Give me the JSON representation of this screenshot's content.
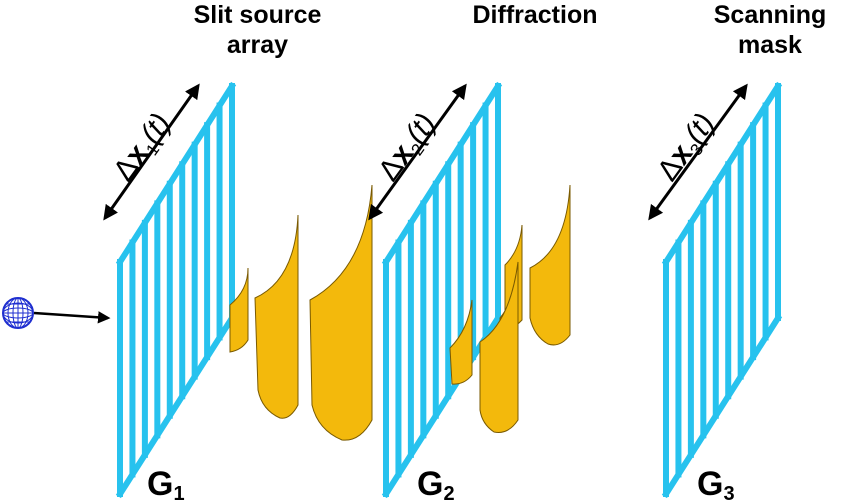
{
  "colors": {
    "grating": "#27c2ee",
    "wave_fill": "#f3b90c",
    "wave_stroke": "#7a5a00",
    "atom": "#1f2fd0",
    "arrow": "#000000"
  },
  "icons": {
    "particle": "atom-sphere-icon"
  },
  "stages": [
    {
      "title_line1": "Slit source",
      "title_line2": "array",
      "grating_label": "G",
      "grating_sub": "1",
      "motion_delta": "Δ",
      "motion_var": "x",
      "motion_sub": "1",
      "motion_arg": "(t)"
    },
    {
      "title_line1": "Diffraction",
      "title_line2": "",
      "grating_label": "G",
      "grating_sub": "2",
      "motion_delta": "Δ",
      "motion_var": "x",
      "motion_sub": "2",
      "motion_arg": "(t)"
    },
    {
      "title_line1": "Scanning",
      "title_line2": "mask",
      "grating_label": "G",
      "grating_sub": "3",
      "motion_delta": "Δ",
      "motion_var": "x",
      "motion_sub": "3",
      "motion_arg": "(t)"
    }
  ]
}
